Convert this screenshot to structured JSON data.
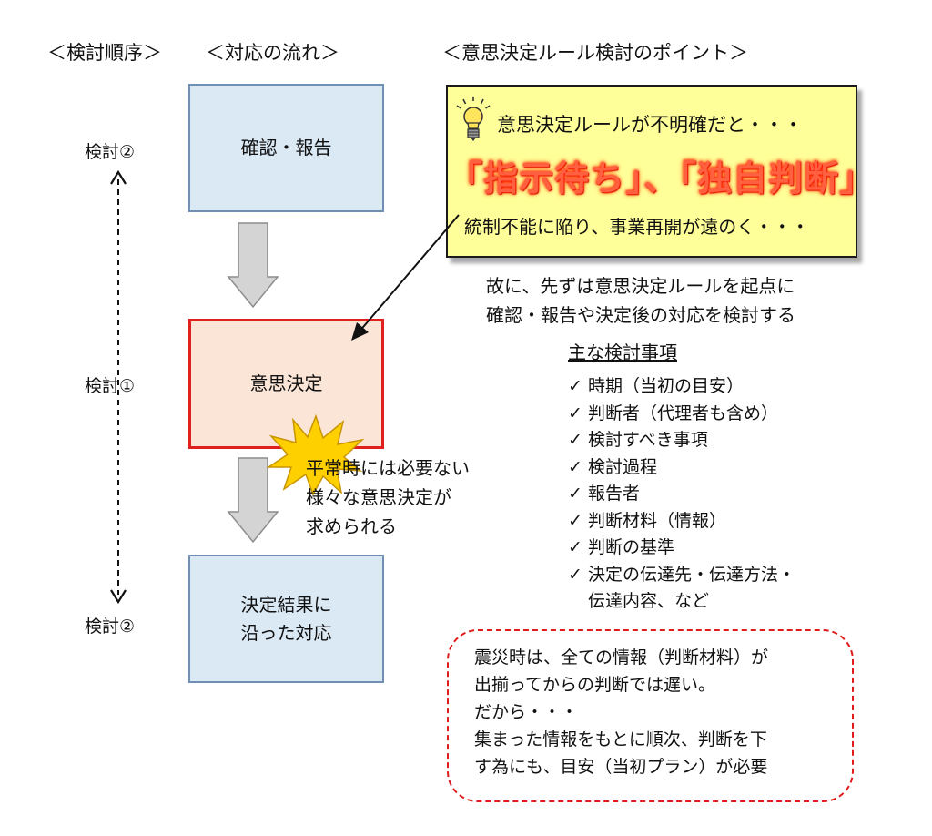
{
  "headers": {
    "order": "＜検討順序＞",
    "flow": "＜対応の流れ＞",
    "points": "＜意思決定ルール検討のポイント＞"
  },
  "side_labels": {
    "top": "検討②",
    "middle": "検討①",
    "bottom": "検討②"
  },
  "flow_boxes": {
    "confirm_report": "確認・報告",
    "decision": "意思決定",
    "follow_line1": "決定結果に",
    "follow_line2": "沿った対応"
  },
  "burst_text": {
    "line1": "平常時には必要ない",
    "line2": "様々な意思決定が",
    "line3": "求められる"
  },
  "callout": {
    "line1": "意思決定ルールが不明確だと・・・",
    "big": "「指示待ち」、「独自判断」",
    "line3": "統制不能に陥り、事業再開が遠のく・・・"
  },
  "conclusion": {
    "line1": "故に、先ずは意思決定ルールを起点に",
    "line2": "確認・報告や決定後の対応を検討する"
  },
  "items_title": "主な検討事項",
  "items": [
    "時期（当初の目安）",
    "判断者（代理者も含め）",
    "検討すべき事項",
    "検討過程",
    "報告者",
    "判断材料（情報）",
    "判断の基準",
    "決定の伝達先・伝達方法・"
  ],
  "items_continuation": "伝達内容、など",
  "note": {
    "line1": "震災時は、全ての情報（判断材料）が",
    "line2": "出揃ってからの判断では遅い。",
    "line3": "だから・・・",
    "line4": "集まった情報をもとに順次、判断を下",
    "line5": "す為にも、目安（当初プラン）が必要"
  },
  "colors": {
    "blue_box_fill": "#dbe9f5",
    "blue_box_border": "#6f8fb5",
    "red_box_fill": "#fbe5d6",
    "red_box_border": "#e0201f",
    "callout_fill": "#ffff99",
    "burst_fill": "#ffd000",
    "arrow_fill": "#d4d4d4",
    "note_border": "#e01b1b"
  }
}
